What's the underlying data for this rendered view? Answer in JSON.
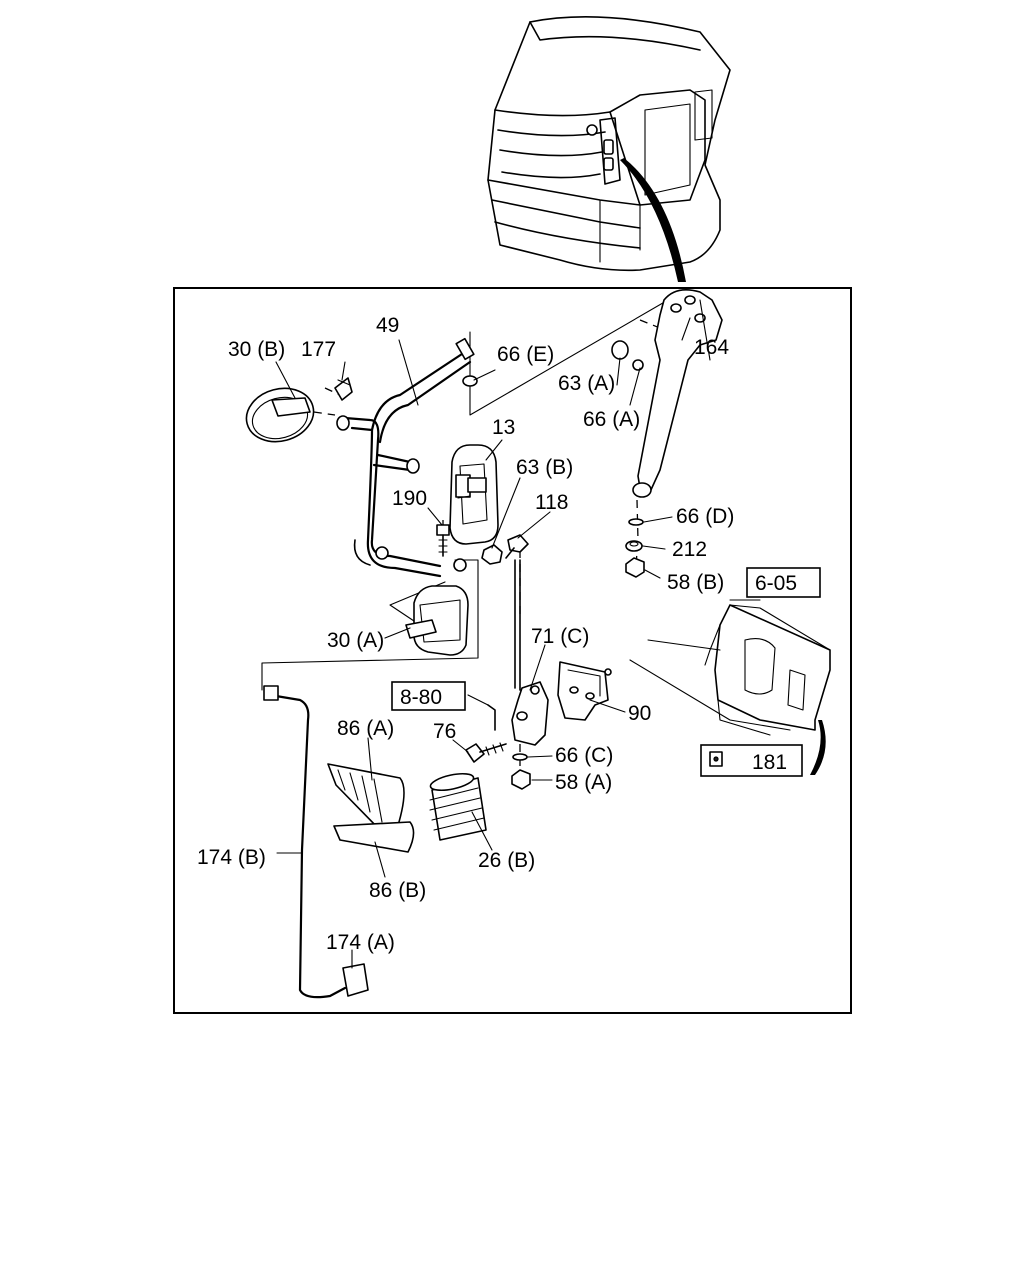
{
  "diagram": {
    "callouts": {
      "c30b": "30 (B)",
      "c177": "177",
      "c49": "49",
      "c66e": "66 (E)",
      "c63a": "63 (A)",
      "c164": "164",
      "c66a": "66 (A)",
      "c13": "13",
      "c63b": "63 (B)",
      "c190": "190",
      "c118": "118",
      "c66d": "66 (D)",
      "c212": "212",
      "c58b": "58 (B)",
      "c30a": "30 (A)",
      "c71c": "71 (C)",
      "c90": "90",
      "c76": "76",
      "c66c": "66 (C)",
      "c58a": "58 (A)",
      "c86a": "86 (A)",
      "c26b": "26 (B)",
      "c86b": "86 (B)",
      "c174b": "174 (B)",
      "c174a": "174 (A)"
    },
    "refs": {
      "r605": "6-05",
      "r880": "8-80",
      "r181": "181"
    }
  }
}
